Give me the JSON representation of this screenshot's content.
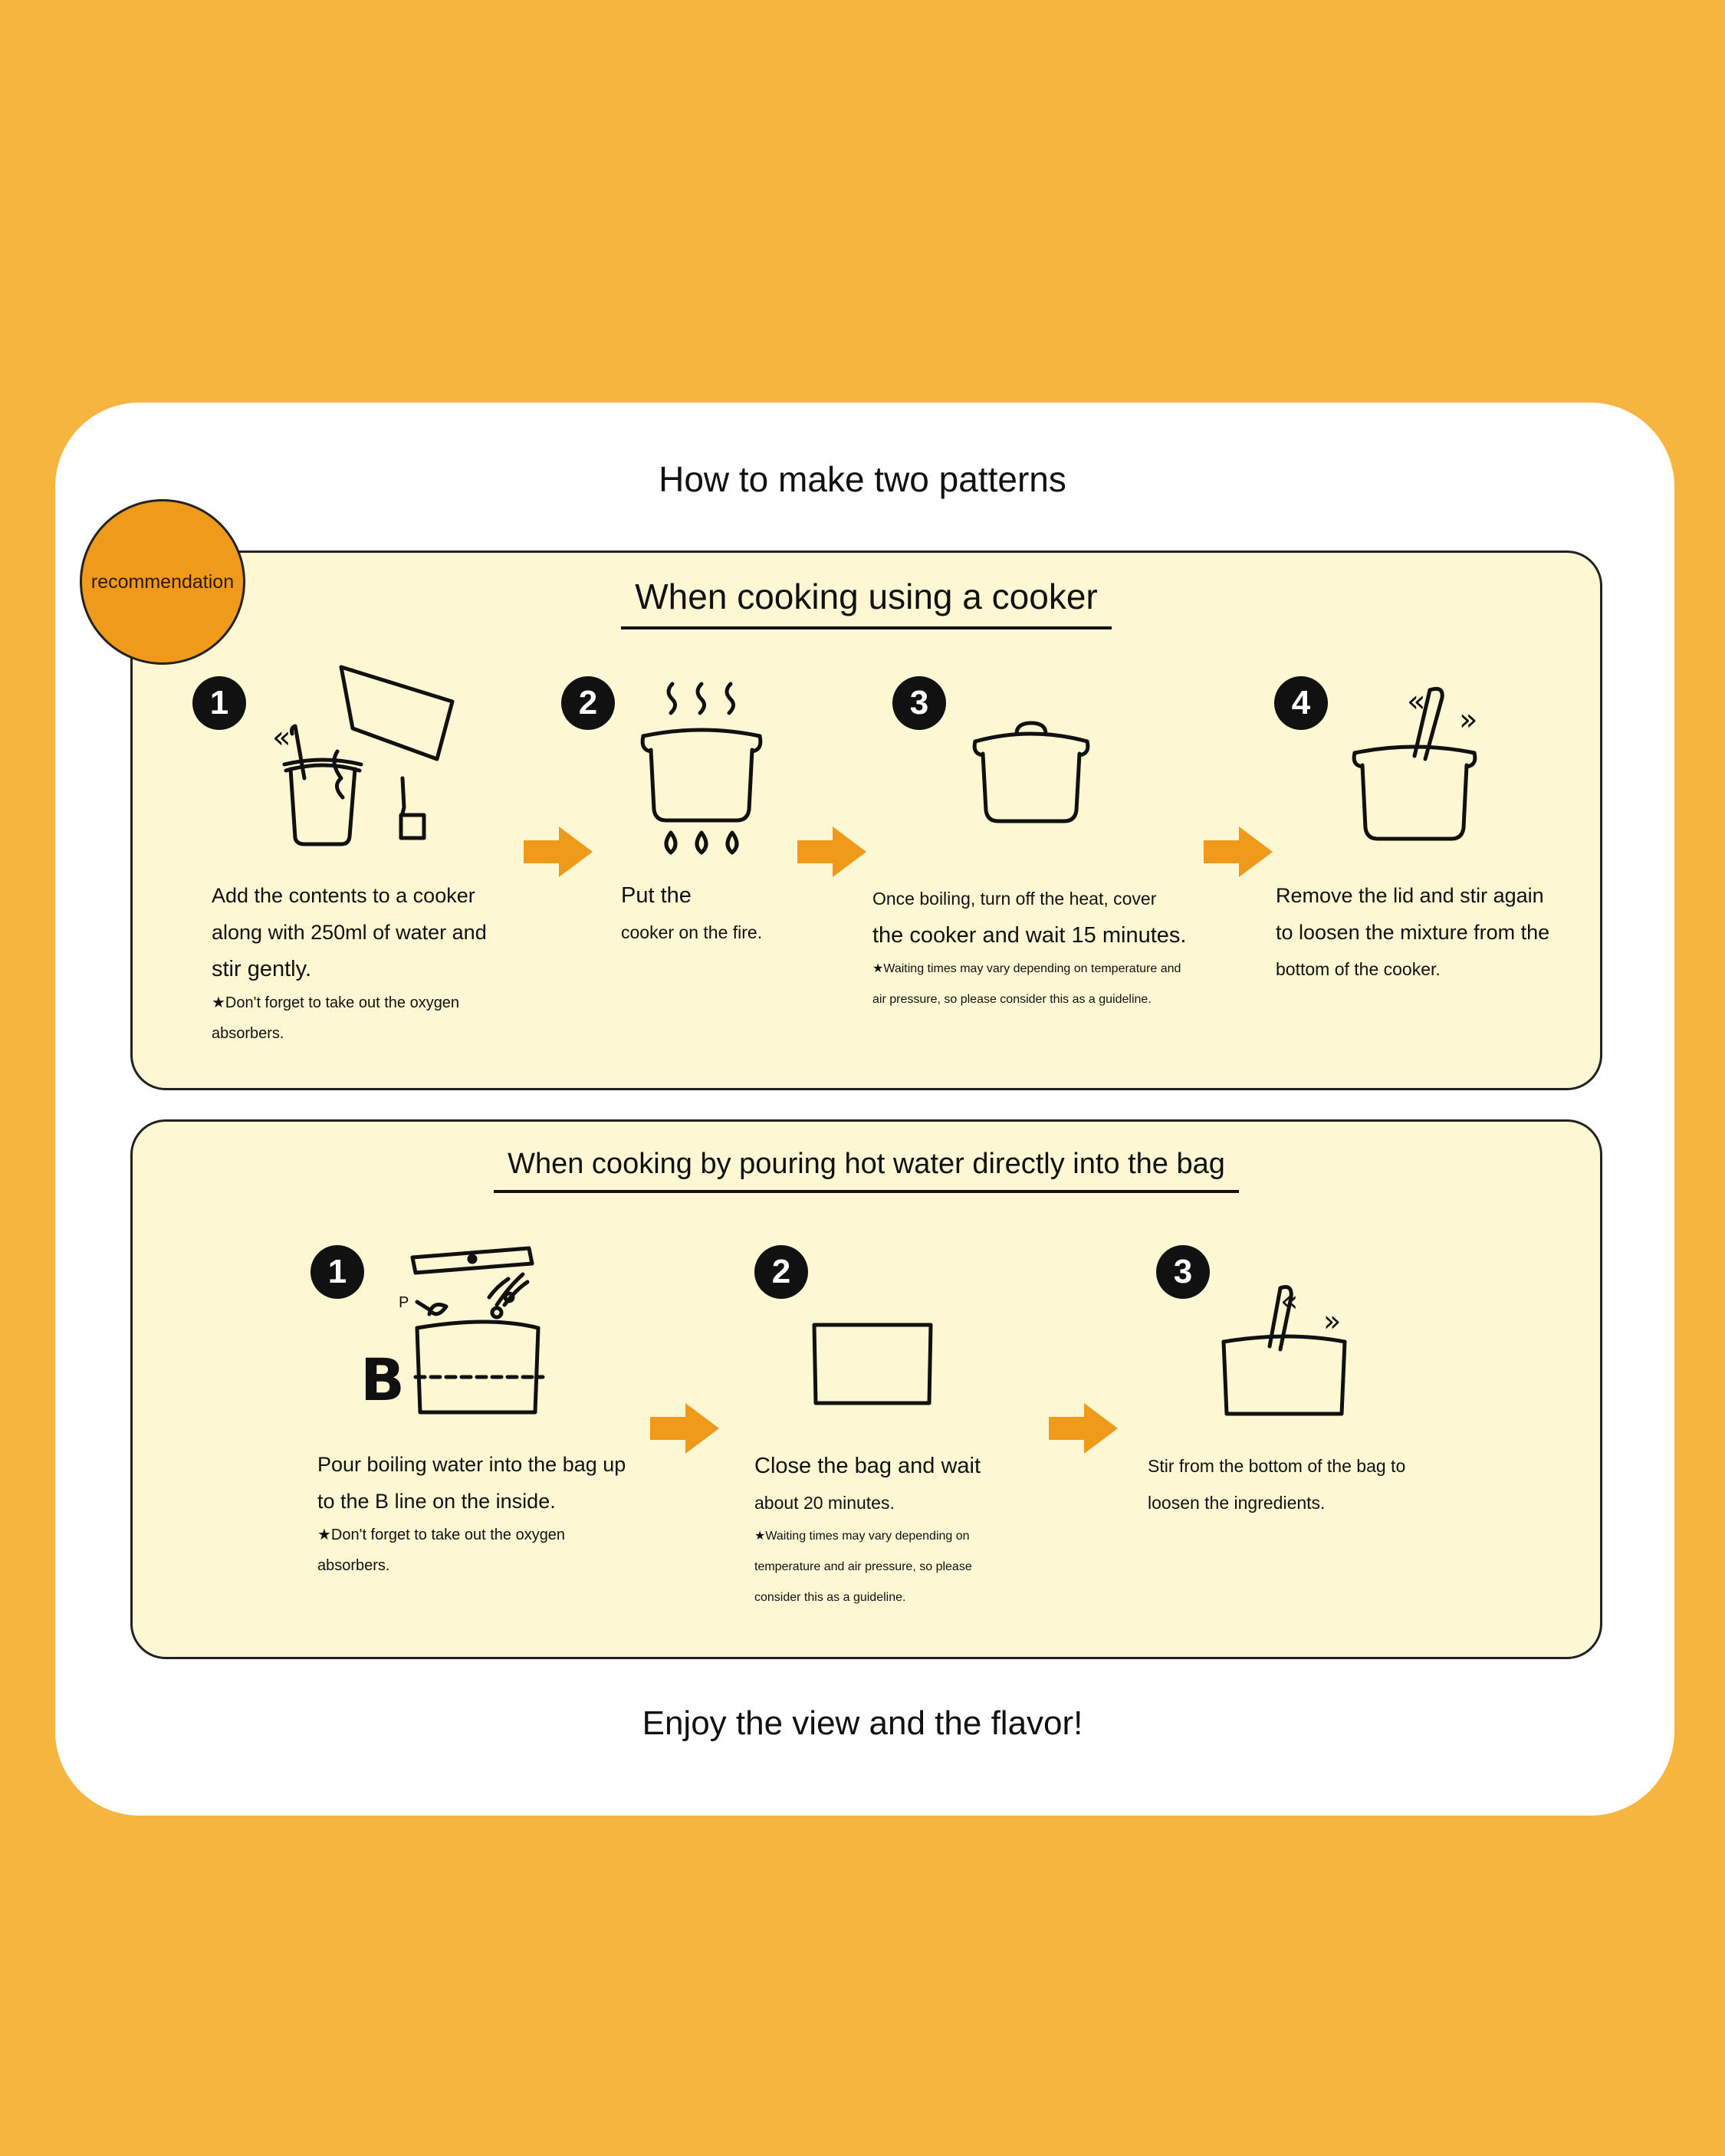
{
  "title": "How to make two patterns",
  "badge": "recommendation",
  "cooker": {
    "title": "When cooking using a cooker",
    "steps": [
      {
        "num": "1",
        "lines": [
          "Add the contents to a cooker",
          "along with 250ml of water and",
          "stir gently."
        ],
        "notes": [
          "★Don't forget to take out the oxygen",
          "absorbers."
        ]
      },
      {
        "num": "2",
        "lines": [
          "Put the",
          "cooker on the fire."
        ]
      },
      {
        "num": "3",
        "lines": [
          "Once boiling, turn off the heat, cover",
          "the cooker and wait 15 minutes."
        ],
        "notes": [
          "★Waiting times may vary depending on temperature and",
          "air pressure, so please consider this as a guideline."
        ]
      },
      {
        "num": "4",
        "lines": [
          "Remove the lid and stir again",
          "to loosen the mixture from the",
          "bottom of the cooker."
        ]
      }
    ]
  },
  "bag": {
    "title": "When cooking by pouring hot water directly into the bag",
    "steps": [
      {
        "num": "1",
        "lines": [
          "Pour boiling water into the bag up",
          "to the B line on the inside."
        ],
        "notes": [
          "★Don't forget to take out the oxygen",
          "absorbers."
        ],
        "label_b": "B",
        "label_p": "P"
      },
      {
        "num": "2",
        "lines": [
          "Close the bag and wait",
          "about 20 minutes."
        ],
        "notes": [
          "★Waiting times may vary depending on",
          "temperature and air pressure, so please",
          "consider this as a guideline."
        ]
      },
      {
        "num": "3",
        "lines": [
          "Stir from the bottom of the bag to",
          "loosen the ingredients."
        ]
      }
    ]
  },
  "footer": "Enjoy the view and the flavor!",
  "colors": {
    "background": "#F6B53F",
    "panel": "#FDF8D3",
    "arrow": "#F09A1B",
    "badge": "#F09A1B"
  }
}
